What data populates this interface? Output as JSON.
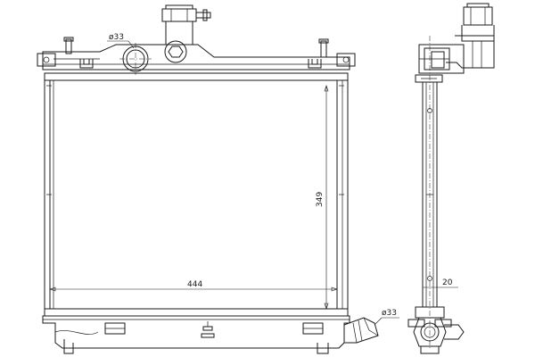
{
  "dimensions": {
    "width": "444",
    "height": "349",
    "thickness": "20",
    "upper_pipe": "ø33",
    "lower_pipe": "ø33"
  }
}
